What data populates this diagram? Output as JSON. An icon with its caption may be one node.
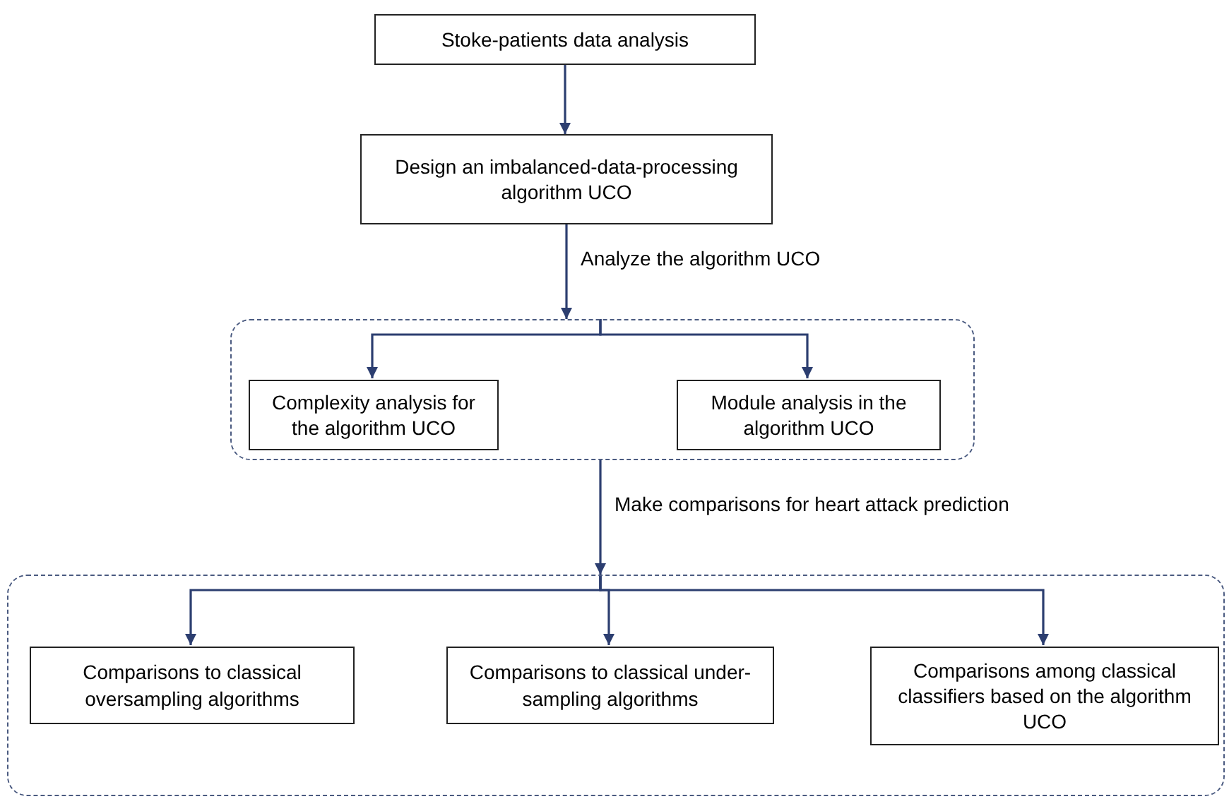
{
  "diagram": {
    "nodes": [
      {
        "text": [
          "Stoke-patients data analysis"
        ]
      },
      {
        "text": [
          "Design an imbalanced-data-processing algorithm UCO"
        ]
      },
      {
        "text": [],
        "shape": "box"
      },
      {
        "text": [
          "Complexity analysis for the algorithm UCO"
        ],
        "in": 2
      },
      {
        "text": [
          "Module analysis in the algorithm UCO"
        ],
        "in": 2
      },
      {
        "text": [],
        "shape": "box"
      },
      {
        "text": [
          "Comparisons to classical oversampling algorithms"
        ],
        "in": 5
      },
      {
        "text": [
          "Comparisons to classical under-sampling algorithms"
        ],
        "in": 5
      },
      {
        "text": [
          "Comparisons among classical classifiers based on the algorithm UCO"
        ],
        "in": 5
      }
    ],
    "edges": [
      {
        "from": 0,
        "to": 1,
        "arrow": "to"
      },
      {
        "from": 1,
        "to": 2,
        "arrow": "to",
        "label": "Analyze the algorithm UCO"
      },
      {
        "from": 2,
        "to": 3,
        "arrow": "to"
      },
      {
        "from": 2,
        "to": 4,
        "arrow": "to"
      },
      {
        "from": 2,
        "to": 5,
        "arrow": "to",
        "label": "Make comparisons for heart attack prediction"
      },
      {
        "from": 5,
        "to": 6,
        "arrow": "to"
      },
      {
        "from": 5,
        "to": 7,
        "arrow": "to"
      },
      {
        "from": 5,
        "to": 8,
        "arrow": "to"
      }
    ]
  }
}
